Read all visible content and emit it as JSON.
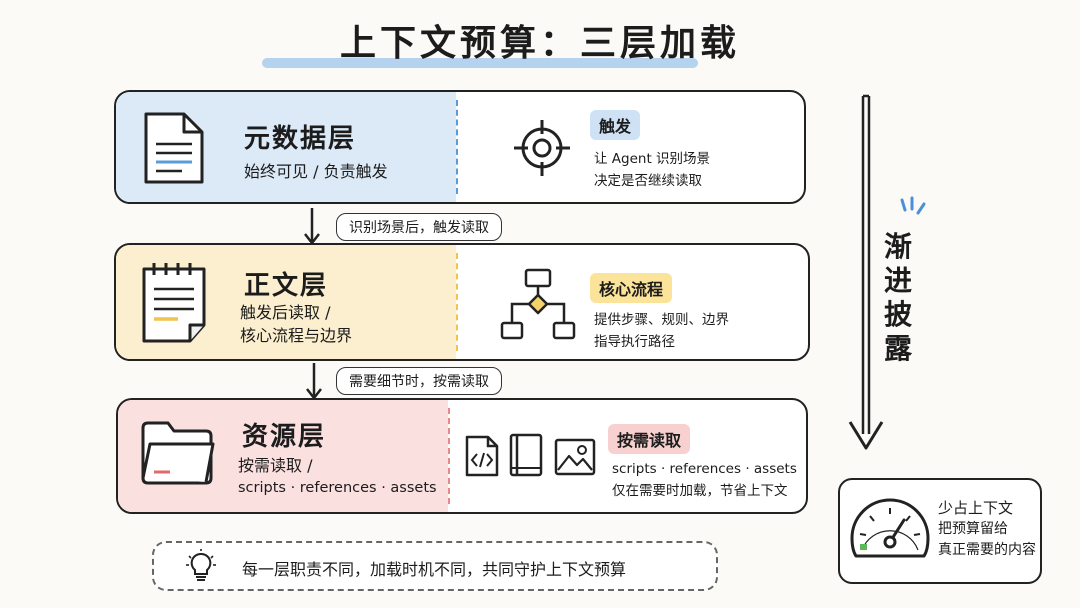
{
  "title": "上下文预算：三层加载",
  "layers": [
    {
      "name": "元数据层",
      "desc_lines": [
        "始终可见 / 负责触发"
      ],
      "tag": "触发",
      "right_lines": [
        "让 Agent 识别场景",
        "决定是否继续读取"
      ],
      "left_icon": "document-icon",
      "right_icon": "crosshair-target-icon",
      "fill": "#dceaf7",
      "accent": "#5a9bd8",
      "tag_bg": "#cfe1f5"
    },
    {
      "name": "正文层",
      "desc_lines": [
        "触发后读取 /",
        "核心流程与边界"
      ],
      "tag": "核心流程",
      "right_lines": [
        "提供步骤、规则、边界",
        "指导执行路径"
      ],
      "left_icon": "notepad-icon",
      "right_icon": "flowchart-icon",
      "fill": "#fcefcf",
      "accent": "#f0c44d",
      "tag_bg": "#fbe39a"
    },
    {
      "name": "资源层",
      "desc_lines": [
        "按需读取 /",
        "scripts · references · assets"
      ],
      "tag": "按需读取",
      "right_lines": [
        "scripts · references · assets",
        "仅在需要时加载，节省上下文"
      ],
      "left_icon": "folder-icon",
      "right_icon": "code-book-image-icons",
      "fill": "#fbe0e0",
      "accent": "#e88a8a",
      "tag_bg": "#f8d0d0"
    }
  ],
  "connectors": [
    "识别场景后，触发读取",
    "需要细节时，按需读取"
  ],
  "progressive_label": "渐进披露",
  "budget": {
    "title": "少占上下文",
    "lines": [
      "把预算留给",
      "真正需要的内容"
    ],
    "icon": "gauge-icon"
  },
  "note": {
    "icon": "lightbulb-icon",
    "text": "每一层职责不同，加载时机不同，共同守护上下文预算"
  }
}
